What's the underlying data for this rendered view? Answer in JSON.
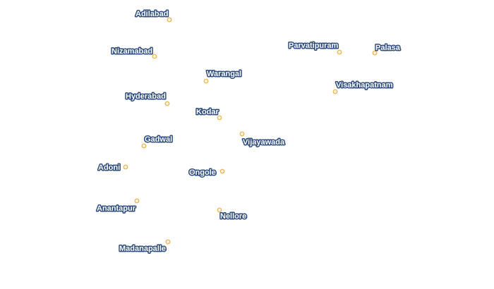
{
  "map": {
    "marker_color": "#e9b24a",
    "label_fill": "#ffffff",
    "label_outline": "#2b4a7e",
    "cities": [
      {
        "name": "Adilabad",
        "icon": "city-marker-icon"
      },
      {
        "name": "Nizamabad",
        "icon": "city-marker-icon"
      },
      {
        "name": "Parvatipuram",
        "icon": "city-marker-icon"
      },
      {
        "name": "Palasa",
        "icon": "city-marker-icon"
      },
      {
        "name": "Warangal",
        "icon": "city-marker-icon"
      },
      {
        "name": "Visakhapatnam",
        "icon": "city-marker-icon"
      },
      {
        "name": "Hyderabad",
        "icon": "city-marker-icon"
      },
      {
        "name": "Kodar",
        "icon": "city-marker-icon"
      },
      {
        "name": "Vijayawada",
        "icon": "city-marker-icon"
      },
      {
        "name": "Gadwal",
        "icon": "city-marker-icon"
      },
      {
        "name": "Adoni",
        "icon": "city-marker-icon"
      },
      {
        "name": "Ongole",
        "icon": "city-marker-icon"
      },
      {
        "name": "Anantapur",
        "icon": "city-marker-icon"
      },
      {
        "name": "Nellore",
        "icon": "city-marker-icon"
      },
      {
        "name": "Madanapalle",
        "icon": "city-marker-icon"
      }
    ]
  }
}
